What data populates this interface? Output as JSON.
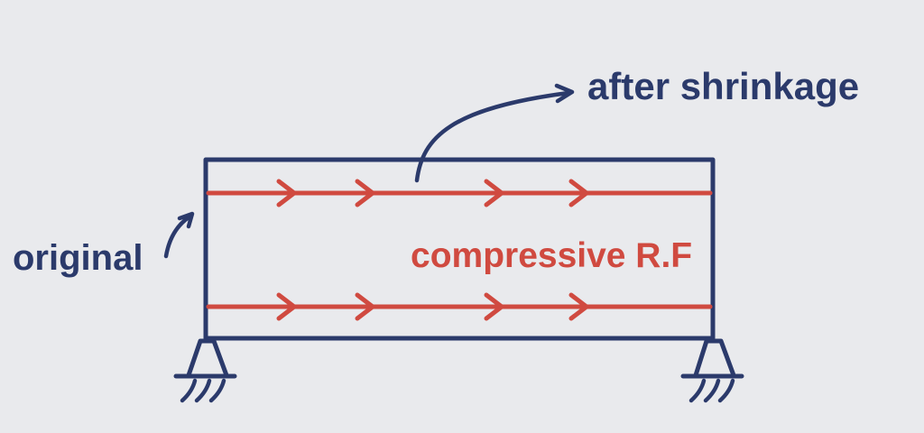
{
  "labels": {
    "after_shrinkage": "after shrinkage",
    "original": "original",
    "compressive_force": "compressive R.F"
  },
  "colors": {
    "navy": "#2b3a6b",
    "red": "#d04a40",
    "background": "#e9eaed"
  },
  "beam": {
    "force_lines": 2,
    "arrowheads_per_line": 4,
    "supports": 2,
    "support_type": "pinned-with-hatched-ground"
  }
}
